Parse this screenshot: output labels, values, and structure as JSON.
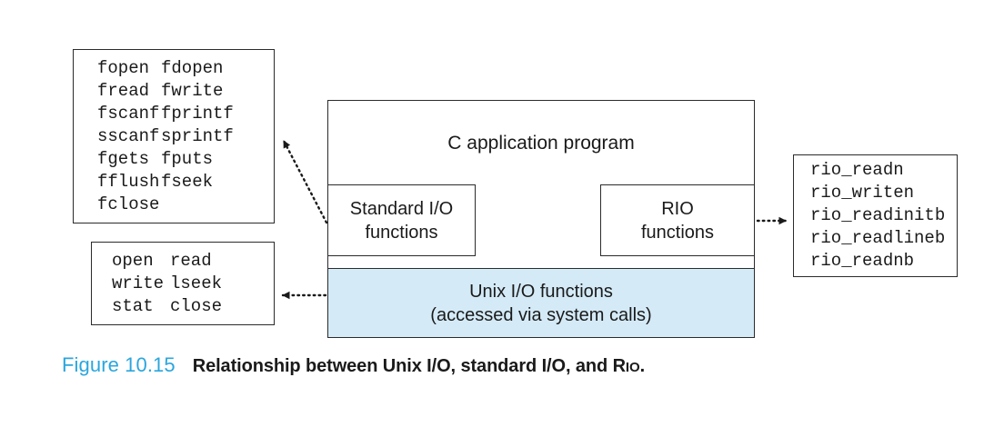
{
  "figure": {
    "caption_label": "Figure 10.15",
    "caption_text_before": "Relationship between Unix I/O, standard I/O, and ",
    "caption_smallcaps_first": "R",
    "caption_smallcaps_rest": "IO",
    "caption_text_after": "."
  },
  "colors": {
    "unix_band_fill": "#d4eaf7",
    "caption_label": "#2ba6dd",
    "stroke": "#2b2b2b",
    "text": "#1a1a1a"
  },
  "stack": {
    "app_label": "C application program",
    "unix_band_line1": "Unix I/O functions",
    "unix_band_line2": "(accessed via system calls)",
    "stdio_inner_line1": "Standard I/O",
    "stdio_inner_line2": "functions",
    "rio_inner_line1": "RIO",
    "rio_inner_line2": "functions"
  },
  "stdio_box": {
    "rows": [
      {
        "left": "fopen",
        "right": "fdopen"
      },
      {
        "left": "fread",
        "right": "fwrite"
      },
      {
        "left": "fscanf",
        "right": "fprintf"
      },
      {
        "left": "sscanf",
        "right": "sprintf"
      },
      {
        "left": "fgets",
        "right": "fputs"
      },
      {
        "left": "fflush",
        "right": "fseek"
      },
      {
        "left": "fclose",
        "right": ""
      }
    ]
  },
  "unix_box": {
    "rows": [
      {
        "left": "open",
        "right": "read"
      },
      {
        "left": "write",
        "right": "lseek"
      },
      {
        "left": "stat",
        "right": "close"
      }
    ]
  },
  "rio_box": {
    "rows": [
      "rio_readn",
      "rio_writen",
      "rio_readinitb",
      "rio_readlineb",
      "rio_readnb"
    ]
  },
  "arrows": [
    {
      "name": "stdio-arrow",
      "from": "standard-io-functions-box",
      "to": "stdio-function-list"
    },
    {
      "name": "unix-arrow",
      "from": "unix-io-band",
      "to": "unix-function-list"
    },
    {
      "name": "rio-arrow",
      "from": "rio-functions-box",
      "to": "rio-function-list"
    }
  ]
}
